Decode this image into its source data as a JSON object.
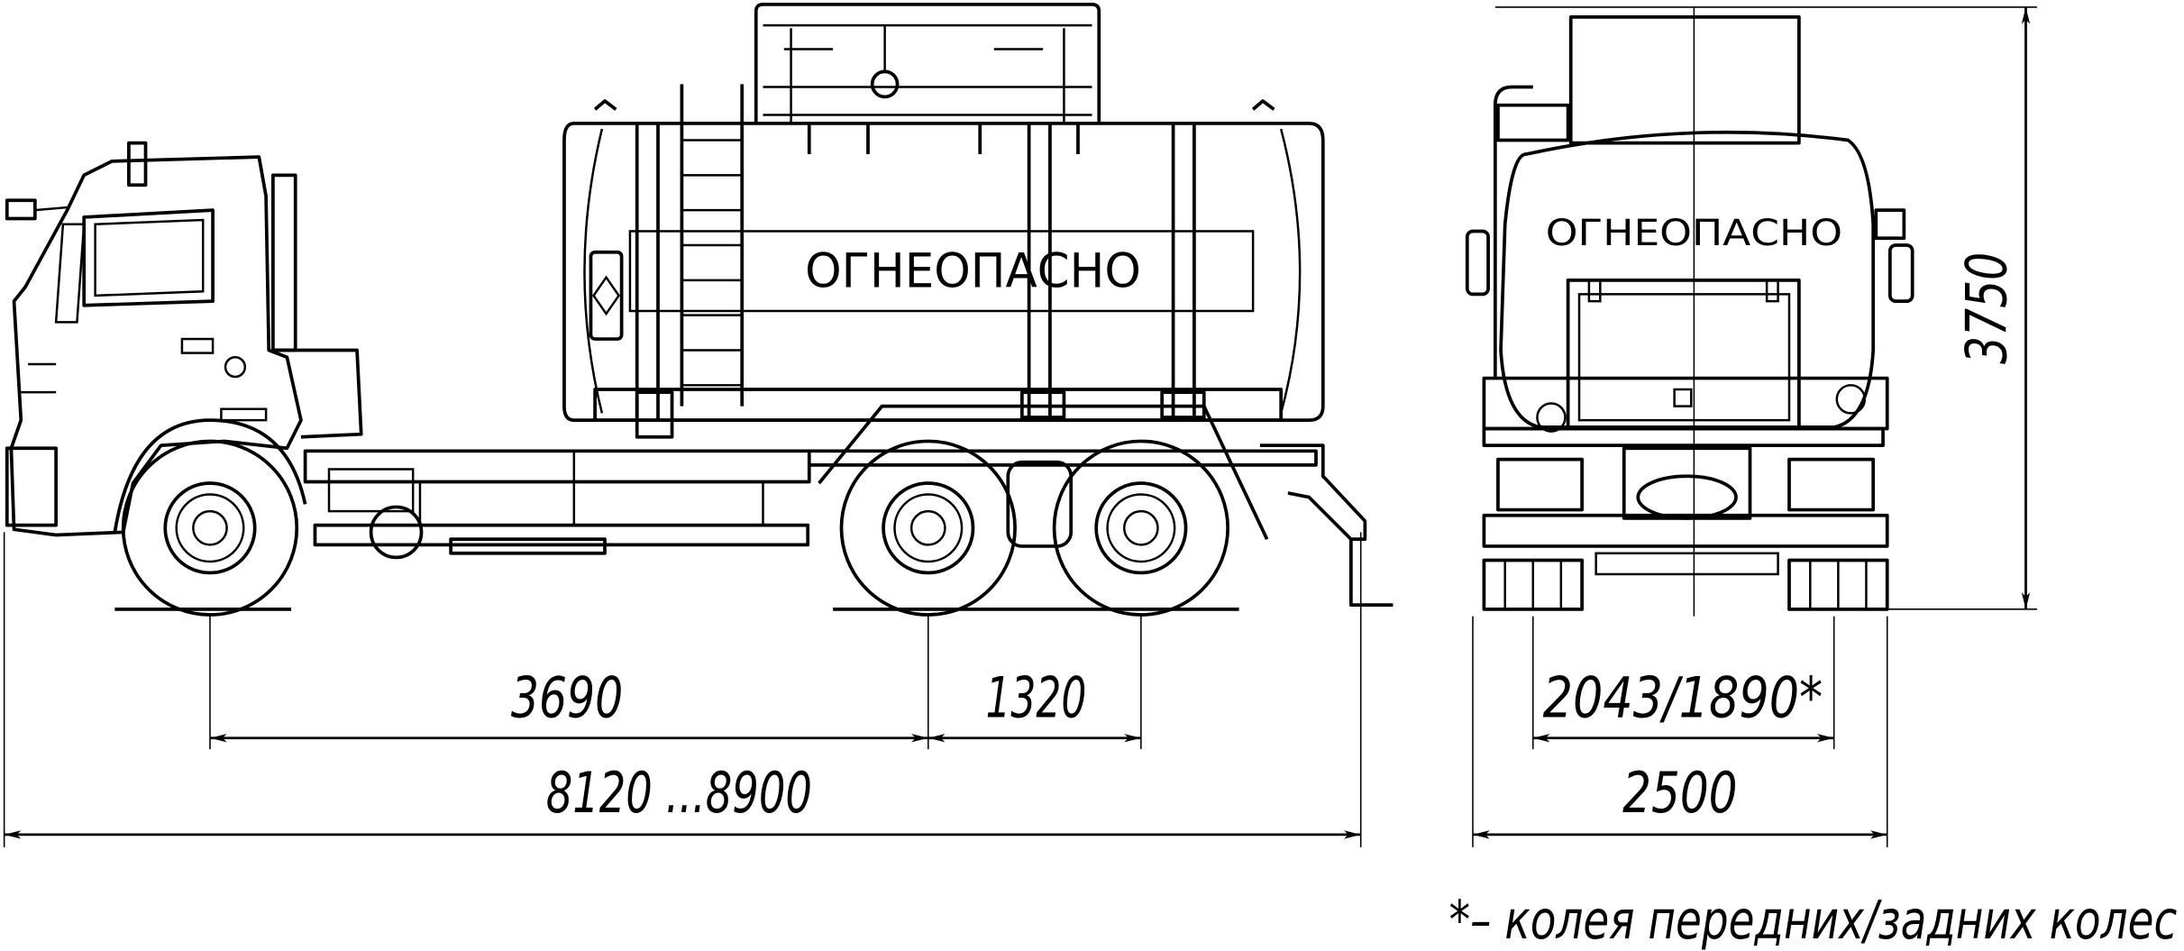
{
  "drawing": {
    "side_view": {
      "tank_label": "ОГНЕОПАСНО",
      "dimensions": {
        "wheelbase_front": "3690",
        "wheelbase_rear": "1320",
        "overall_length": "8120 ...8900"
      }
    },
    "rear_view": {
      "tank_label": "ОГНЕОПАСНО",
      "dimensions": {
        "height": "3750",
        "track": "2043/1890*",
        "width": "2500"
      }
    },
    "footnote": "*– колея передних/задних колес"
  }
}
